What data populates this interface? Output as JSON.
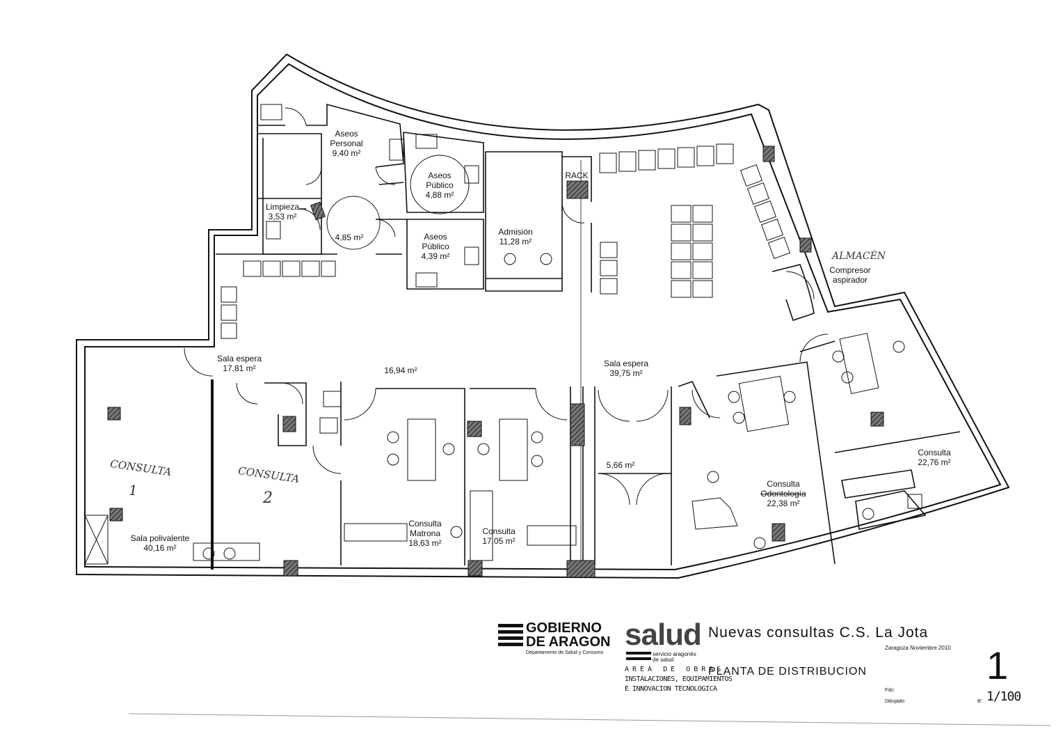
{
  "plan": {
    "rooms": {
      "aseos_personal": {
        "name": "Aseos\nPersonal",
        "area": "9,40 m²"
      },
      "aseos_publico_1": {
        "name": "Aseos\nPúblico",
        "area": "4,88 m²"
      },
      "aseos_publico_2": {
        "name": "Aseos\nPúblico",
        "area": "4,39 m²"
      },
      "limpieza": {
        "name": "Limpieza",
        "area": "3,53 m²"
      },
      "distribuidor": {
        "area": "4,85 m²"
      },
      "admision": {
        "name": "Admisión",
        "area": "11,28 m²"
      },
      "rack": {
        "name": "RACK"
      },
      "compresor": {
        "name": "Compresor\naspirador"
      },
      "sala_espera_1": {
        "name": "Sala espera",
        "area": "17,81 m²"
      },
      "pasillo": {
        "area": "16,94 m²"
      },
      "sala_espera_2": {
        "name": "Sala espera",
        "area": "39,75 m²"
      },
      "vestibulo": {
        "area": "5,66 m²"
      },
      "sala_polivalente": {
        "name": "Sala polivalente",
        "area": "40,16 m²"
      },
      "consulta_matrona": {
        "name": "Consulta\nMatrona",
        "area": "18,63 m²"
      },
      "consulta_17": {
        "name": "Consulta",
        "area": "17,05 m²"
      },
      "consulta_odonto": {
        "name": "Consulta",
        "name2": "Odontología",
        "area": "22,38 m²"
      },
      "consulta_2276": {
        "name": "Consulta",
        "area": "22,76 m²"
      }
    },
    "handwritten": {
      "almacen": "ALMACÉN",
      "consulta1_a": "CONSULTA",
      "consulta1_b": "1",
      "consulta2_a": "CONSULTA",
      "consulta2_b": "2"
    }
  },
  "title_block": {
    "gov_line1": "GOBIERNO",
    "gov_line2": "DE ARAGON",
    "gov_dept": "Departamento de Salud y Consumo",
    "salud": "salud",
    "salud_sub1": "servicio aragonés",
    "salud_sub2": "de salud",
    "area_line1": "AREA DE OBRAS",
    "area_line2": "INSTALACIONES, EQUIPAMIENTOS",
    "area_line3": "E INNOVACION TECNOLOGICA",
    "project": "Nuevas consultas C.S. La Jota",
    "place_date": "Zaragoza Noviembre 2010",
    "drawing": "PLANTA DE DISTRIBUCION",
    "sheet": "1",
    "fdo": "Fdo:",
    "dibujado": "Dibujado:",
    "scale_prefix": "e:",
    "scale": "1/100"
  },
  "colors": {
    "ink": "#111111",
    "hatch": "#444444",
    "paper": "#ffffff"
  }
}
